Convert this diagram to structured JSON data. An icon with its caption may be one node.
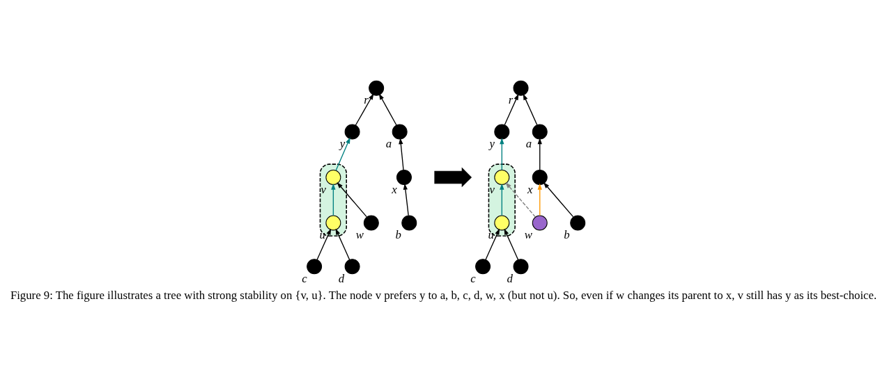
{
  "diagram": {
    "caption": "Figure 9: The figure illustrates a tree with strong stability on {v, u}. The node v prefers y to a, b, c, d, w, x (but not u). So, even if w changes its parent to x, v still has y as its best-choice.",
    "nodes": [
      {
        "text": [],
        "shape": "circle",
        "beside": [
          "r"
        ]
      },
      {
        "text": [],
        "shape": "circle",
        "beside": [
          "y"
        ]
      },
      {
        "text": [],
        "shape": "circle",
        "beside": [
          "a"
        ]
      },
      {
        "text": [],
        "shape": "ellipse"
      },
      {
        "text": [],
        "shape": "circle",
        "beside": [
          "v"
        ],
        "in": 3
      },
      {
        "text": [],
        "shape": "circle",
        "beside": [
          "x"
        ]
      },
      {
        "text": [],
        "shape": "circle",
        "beside": [
          "u"
        ],
        "in": 3
      },
      {
        "text": [],
        "shape": "circle",
        "beside": [
          "w"
        ]
      },
      {
        "text": [],
        "shape": "circle",
        "beside": [
          "b"
        ]
      },
      {
        "text": [],
        "shape": "circle",
        "beside": [
          "c"
        ]
      },
      {
        "text": [],
        "shape": "circle",
        "beside": [
          "d"
        ]
      },
      {
        "text": [],
        "shape": "arrow"
      },
      {
        "text": [],
        "shape": "circle",
        "beside": [
          "r"
        ]
      },
      {
        "text": [],
        "shape": "circle",
        "beside": [
          "y"
        ]
      },
      {
        "text": [],
        "shape": "circle",
        "beside": [
          "a"
        ]
      },
      {
        "text": [],
        "shape": "ellipse"
      },
      {
        "text": [],
        "shape": "circle",
        "beside": [
          "v"
        ],
        "in": 15
      },
      {
        "text": [],
        "shape": "circle",
        "beside": [
          "x"
        ]
      },
      {
        "text": [],
        "shape": "circle",
        "beside": [
          "u"
        ],
        "in": 15
      },
      {
        "text": [],
        "shape": "circle",
        "beside": [
          "w"
        ]
      },
      {
        "text": [],
        "shape": "circle",
        "beside": [
          "b"
        ]
      },
      {
        "text": [],
        "shape": "circle",
        "beside": [
          "c"
        ]
      },
      {
        "text": [],
        "shape": "circle",
        "beside": [
          "d"
        ]
      }
    ],
    "edges": [
      {
        "from": 1,
        "to": 0,
        "arrow": "to"
      },
      {
        "from": 2,
        "to": 0,
        "arrow": "to"
      },
      {
        "from": 4,
        "to": 1,
        "arrow": "to",
        "color": "#008080"
      },
      {
        "from": 5,
        "to": 2,
        "arrow": "to"
      },
      {
        "from": 6,
        "to": 4,
        "arrow": "to",
        "color": "#008080"
      },
      {
        "from": 7,
        "to": 4,
        "arrow": "to"
      },
      {
        "from": 8,
        "to": 5,
        "arrow": "to"
      },
      {
        "from": 9,
        "to": 6,
        "arrow": "to"
      },
      {
        "from": 10,
        "to": 6,
        "arrow": "to"
      },
      {
        "from": 13,
        "to": 12,
        "arrow": "to"
      },
      {
        "from": 14,
        "to": 12,
        "arrow": "to"
      },
      {
        "from": 16,
        "to": 13,
        "arrow": "to",
        "color": "#008080"
      },
      {
        "from": 17,
        "to": 14,
        "arrow": "to"
      },
      {
        "from": 18,
        "to": 16,
        "arrow": "to",
        "color": "#008080"
      },
      {
        "from": 19,
        "to": 16,
        "arrow": "to",
        "style": "dashed",
        "color": "#808080"
      },
      {
        "from": 19,
        "to": 17,
        "arrow": "to",
        "color": "#ff9900"
      },
      {
        "from": 20,
        "to": 17,
        "arrow": "to"
      },
      {
        "from": 21,
        "to": 18,
        "arrow": "to"
      },
      {
        "from": 22,
        "to": 18,
        "arrow": "to"
      }
    ]
  }
}
